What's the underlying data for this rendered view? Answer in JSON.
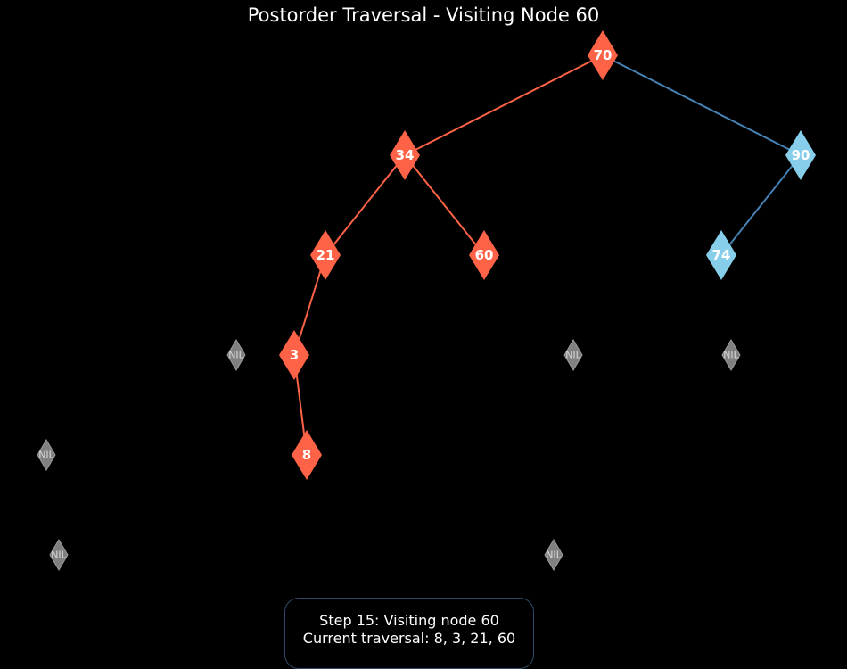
{
  "title": "Postorder Traversal - Visiting Node 60",
  "colors": {
    "background": "#000000",
    "visited_node": "#ff6347",
    "visited_edge": "#ff6347",
    "unvisited_node": "#87ceeb",
    "unvisited_edge": "#4682b4",
    "nil_node": "#808080"
  },
  "tree": {
    "nodes": [
      {
        "key": "70",
        "label": "70",
        "state": "visited"
      },
      {
        "key": "34",
        "label": "34",
        "state": "visited"
      },
      {
        "key": "90",
        "label": "90",
        "state": "unvisited"
      },
      {
        "key": "21",
        "label": "21",
        "state": "visited"
      },
      {
        "key": "60",
        "label": "60",
        "state": "visited"
      },
      {
        "key": "74",
        "label": "74",
        "state": "unvisited"
      },
      {
        "key": "3",
        "label": "3",
        "state": "visited"
      },
      {
        "key": "8",
        "label": "8",
        "state": "visited"
      }
    ],
    "edges": [
      {
        "from": "70",
        "to": "34",
        "state": "visited"
      },
      {
        "from": "70",
        "to": "90",
        "state": "unvisited"
      },
      {
        "from": "34",
        "to": "21",
        "state": "visited"
      },
      {
        "from": "34",
        "to": "60",
        "state": "visited"
      },
      {
        "from": "90",
        "to": "74",
        "state": "unvisited"
      },
      {
        "from": "21",
        "to": "3",
        "state": "visited"
      },
      {
        "from": "3",
        "to": "8",
        "state": "visited"
      }
    ],
    "nil_label": "NIL",
    "nil_count": 6
  },
  "status": {
    "step_line": "Step 15: Visiting node 60",
    "traversal_line": "Current traversal: 8, 3, 21, 60"
  }
}
